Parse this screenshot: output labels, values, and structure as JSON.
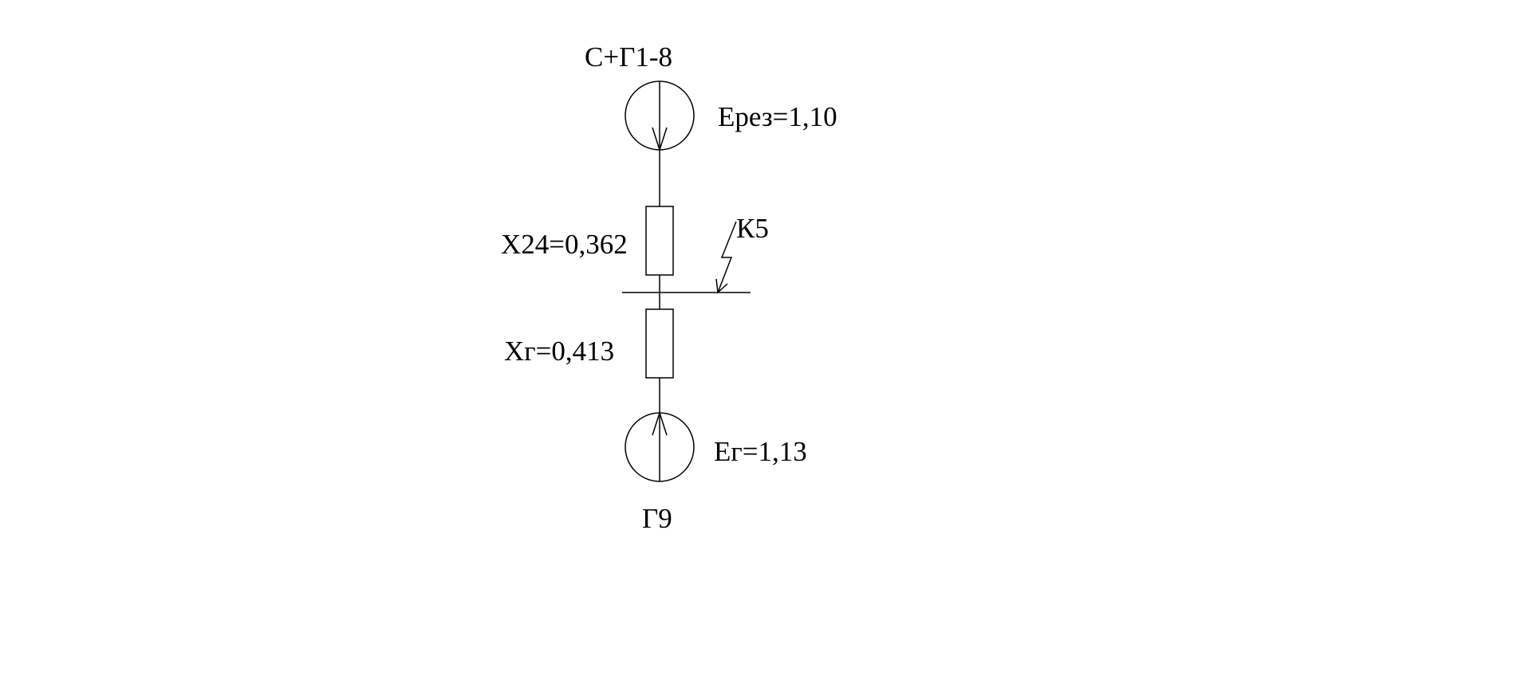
{
  "diagram": {
    "labels": {
      "top_source": "С+Г1-8",
      "top_emf": "Ерез=1,10",
      "x24": "Х24=0,362",
      "fault": "К5",
      "xg": "Хг=0,413",
      "bottom_emf": "Ег=1,13",
      "bottom_source": "Г9"
    }
  }
}
